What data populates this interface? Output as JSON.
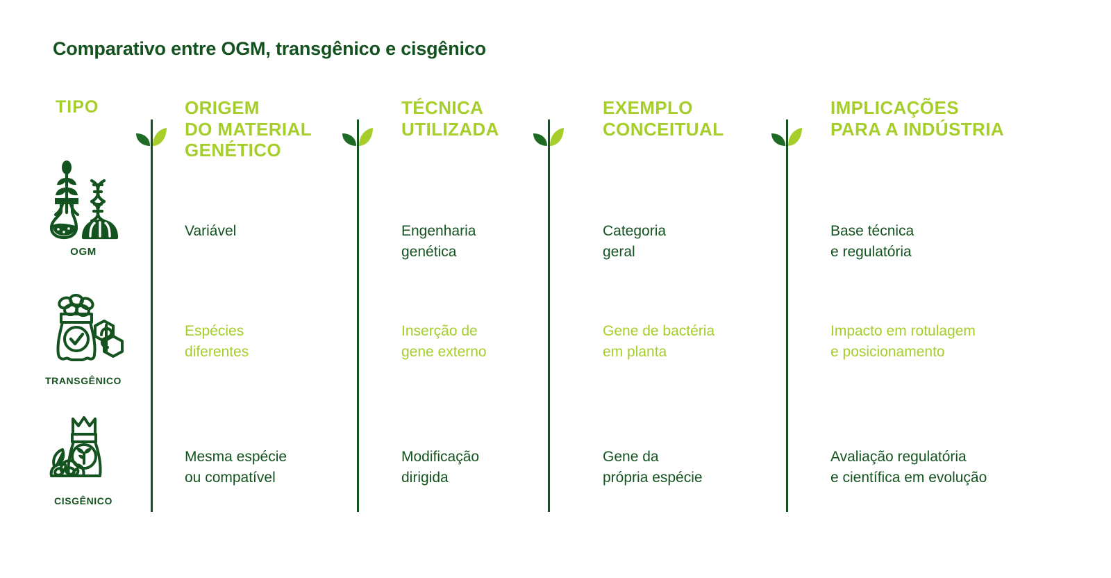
{
  "title": "Comparativo entre OGM, transgênico e cisgênico",
  "colors": {
    "dark_green": "#14531f",
    "lime_green": "#a6ce2b",
    "background": "#ffffff"
  },
  "columns": [
    {
      "key": "tipo",
      "label": "TIPO"
    },
    {
      "key": "origem",
      "label": "ORIGEM\nDO MATERIAL\nGENÉTICO"
    },
    {
      "key": "tecnica",
      "label": "TÉCNICA\nUTILIZADA"
    },
    {
      "key": "exemplo",
      "label": "EXEMPLO\nCONCEITUAL"
    },
    {
      "key": "implicacoes",
      "label": "IMPLICAÇÕES\nPARA A INDÚSTRIA"
    }
  ],
  "rows": [
    {
      "type_label": "OGM",
      "icon": "flask-plant-dna-bread-icon",
      "emphasis": "dark",
      "origem": "Variável",
      "tecnica": "Engenharia\ngenética",
      "exemplo": "Categoria\ngeral",
      "implicacoes": "Base técnica\ne regulatória"
    },
    {
      "type_label": "TRANSGÊNICO",
      "icon": "seed-sack-check-molecule-icon",
      "emphasis": "lime",
      "origem": "Espécies\ndiferentes",
      "tecnica": "Inserção de\ngene externo",
      "exemplo": "Gene de bactéria\nem planta",
      "implicacoes": "Impacto em rotulagem\ne posicionamento"
    },
    {
      "type_label": "CISGÊNICO",
      "icon": "seed-bag-sprout-seeds-icon",
      "emphasis": "dark",
      "origem": "Mesma espécie\nou compatível",
      "tecnica": "Modificação\ndirigida",
      "exemplo": "Gene da\nprópria espécie",
      "implicacoes": "Avaliação regulatória\ne científica em evolução"
    }
  ],
  "dividers": [
    {
      "name": "divider-1"
    },
    {
      "name": "divider-2"
    },
    {
      "name": "divider-3"
    },
    {
      "name": "divider-4"
    }
  ]
}
